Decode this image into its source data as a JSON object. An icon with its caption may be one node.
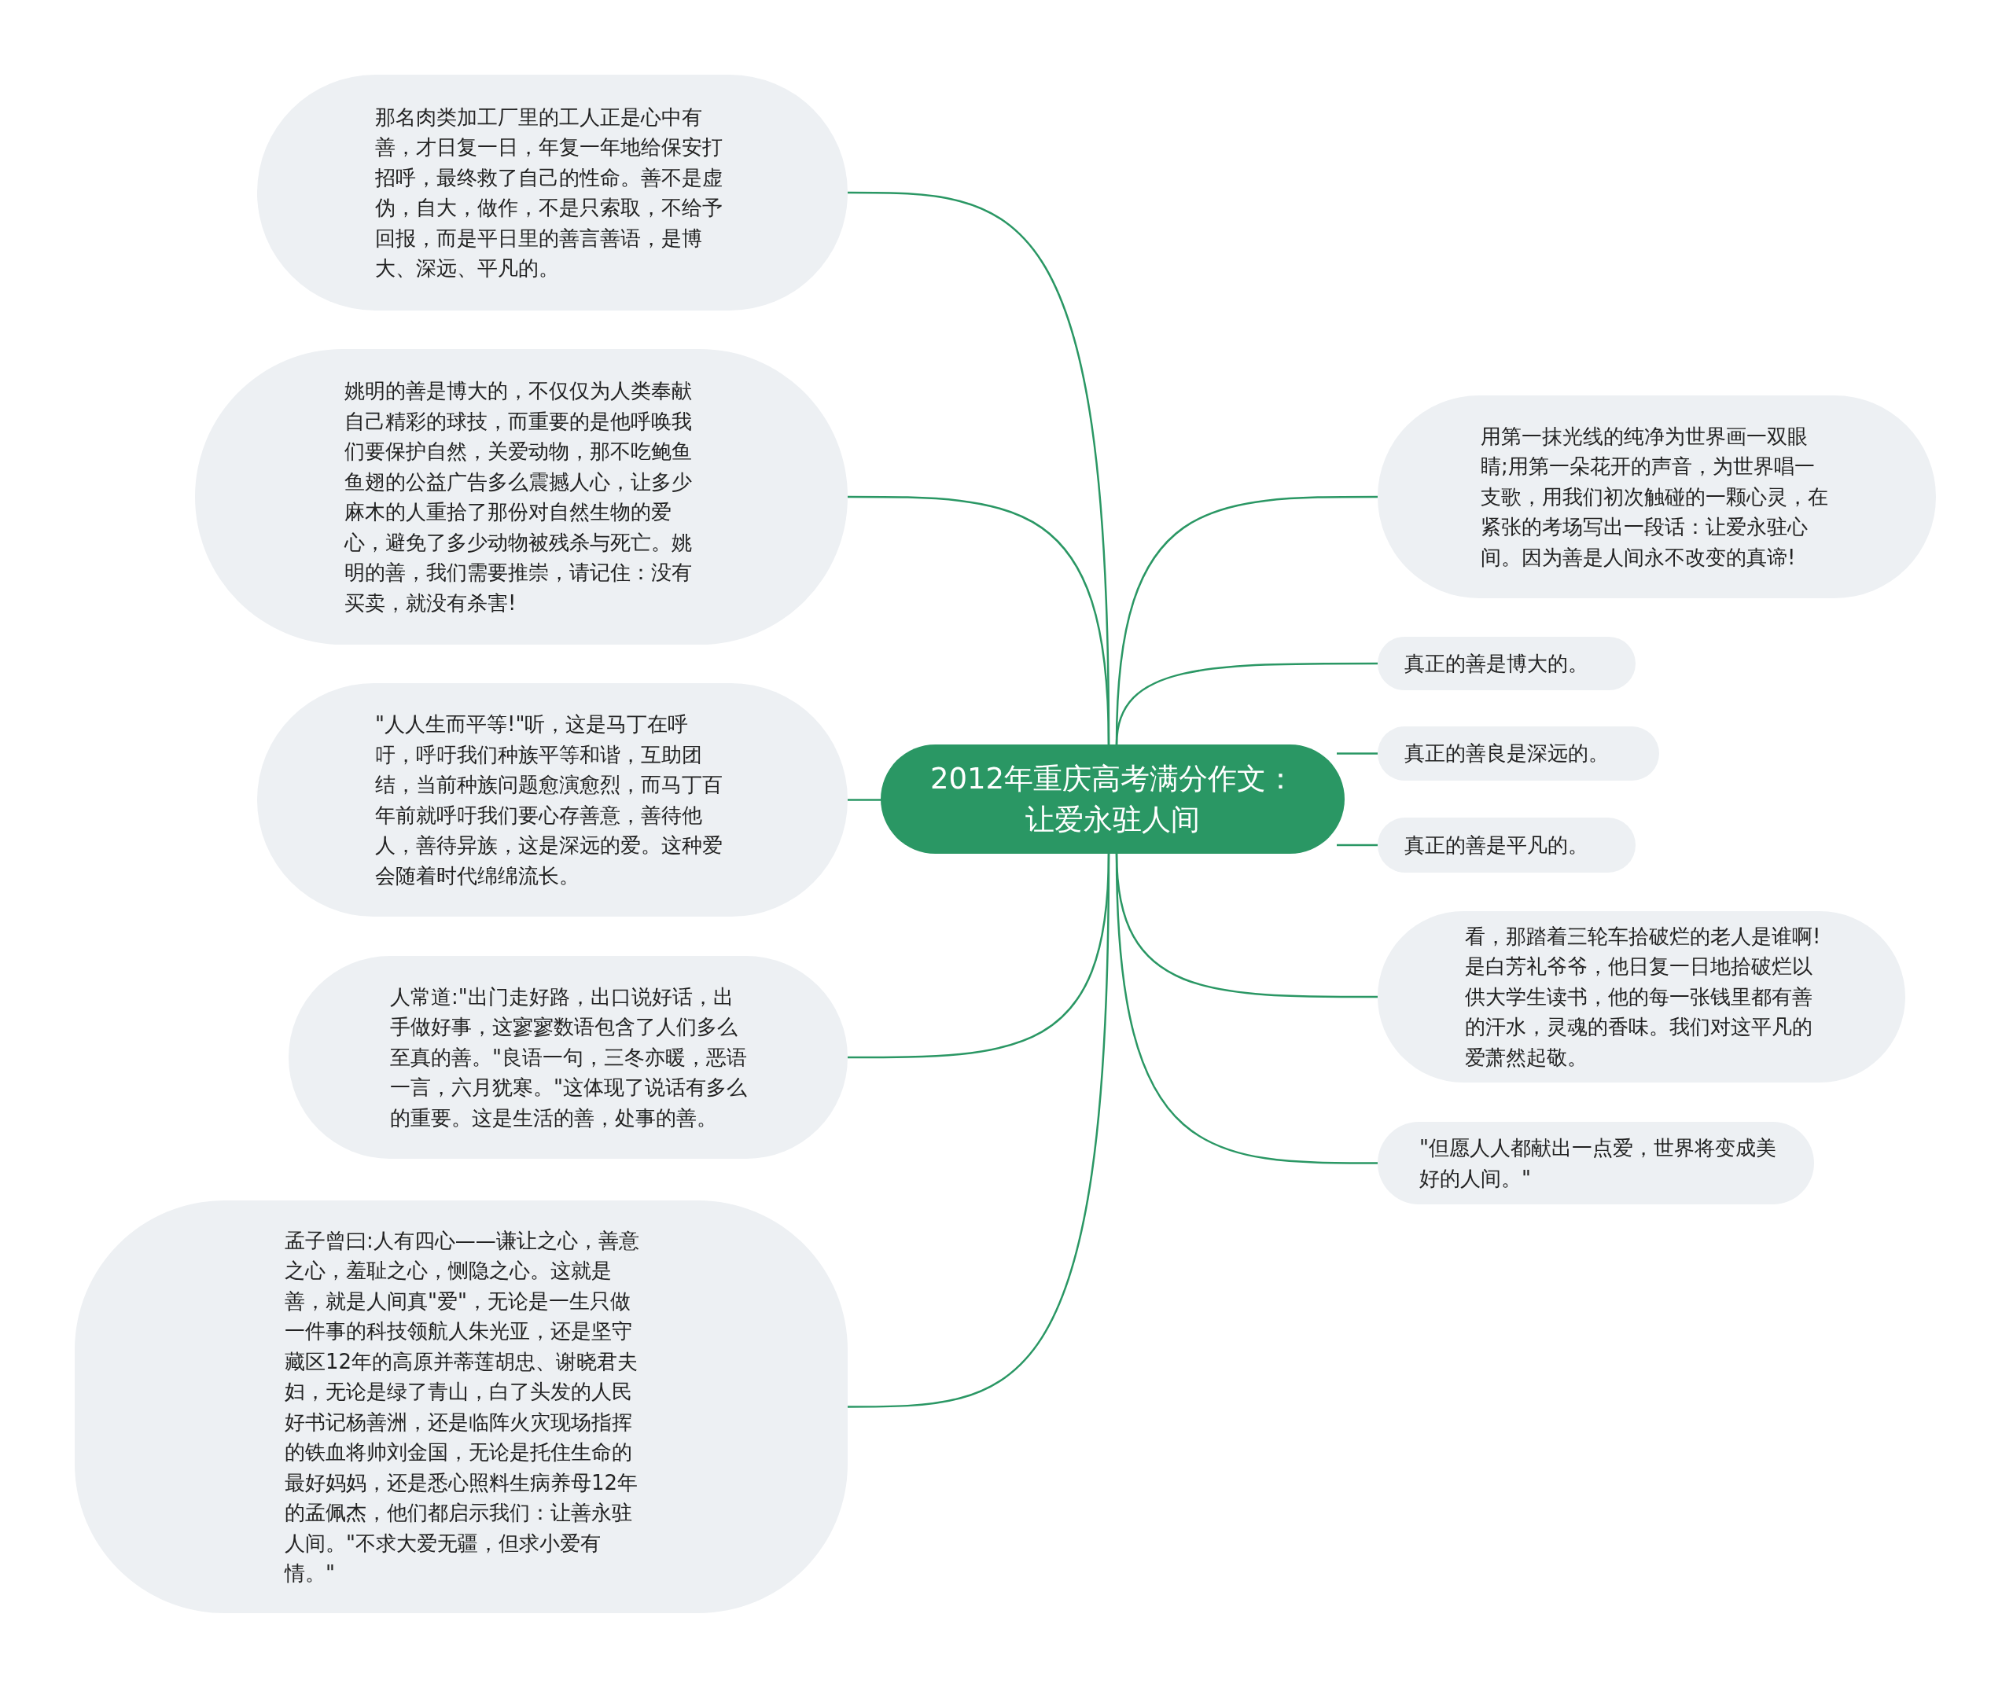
{
  "diagram": {
    "nodes": [
      {
        "text": [
          "2012年重庆高考满分作文：让爱永驻人间"
        ]
      },
      {
        "text": [
          "那名肉类加工厂里的工人正是心中有善，才日复一日，年复一年地给保安打招呼，最终救了自己的性命。善不是虚伪，自大，做作，不是只索取，不给予回报，而是平日里的善言善语，是博大、深远、平凡的。"
        ]
      },
      {
        "text": [
          "姚明的善是博大的，不仅仅为人类奉献自己精彩的球技，而重要的是他呼唤我们要保护自然，关爱动物，那不吃鲍鱼鱼翅的公益广告多么震撼人心，让多少麻木的人重拾了那份对自然生物的爱心，避免了多少动物被残杀与死亡。姚明的善，我们需要推崇，请记住：没有买卖，就没有杀害!"
        ]
      },
      {
        "text": [
          "\"人人生而平等!\"听，这是马丁在呼吁，呼吁我们种族平等和谐，互助团结，当前种族问题愈演愈烈，而马丁百年前就呼吁我们要心存善意，善待他人，善待异族，这是深远的爱。这种爱会随着时代绵绵流长。"
        ]
      },
      {
        "text": [
          "人常道:\"出门走好路，出口说好话，出手做好事，这寥寥数语包含了人们多么至真的善。\"良语一句，三冬亦暖，恶语一言，六月犹寒。\"这体现了说话有多么的重要。这是生活的善，处事的善。"
        ]
      },
      {
        "text": [
          "孟子曾曰:人有四心——谦让之心，善意之心，羞耻之心，恻隐之心。这就是善，就是人间真\"爱\"，无论是一生只做一件事的科技领航人朱光亚，还是坚守藏区12年的高原并蒂莲胡忠、谢晓君夫妇，无论是绿了青山，白了头发的人民好书记杨善洲，还是临阵火灾现场指挥的铁血将帅刘金国，无论是托住生命的最好妈妈，还是悉心照料生病养母12年的孟佩杰，他们都启示我们：让善永驻人间。\"不求大爱无疆，但求小爱有情。\""
        ]
      },
      {
        "text": [
          "用第一抹光线的纯净为世界画一双眼睛;用第一朵花开的声音，为世界唱一支歌，用我们初次触碰的一颗心灵，在紧张的考场写出一段话：让爱永驻心间。因为善是人间永不改变的真谛!"
        ]
      },
      {
        "text": [
          "真正的善是博大的。"
        ]
      },
      {
        "text": [
          "真正的善良是深远的。"
        ]
      },
      {
        "text": [
          "真正的善是平凡的。"
        ]
      },
      {
        "text": [
          "看，那踏着三轮车拾破烂的老人是谁啊!是白芳礼爷爷，他日复一日地拾破烂以供大学生读书，他的每一张钱里都有善的汗水，灵魂的香味。我们对这平凡的爱萧然起敬。"
        ]
      },
      {
        "text": [
          "\"但愿人人都献出一点爱，世界将变成美好的人间。\""
        ]
      }
    ],
    "edges": [
      {
        "from": 0,
        "to": 1,
        "arrow": "none"
      },
      {
        "from": 0,
        "to": 2,
        "arrow": "none"
      },
      {
        "from": 0,
        "to": 3,
        "arrow": "none"
      },
      {
        "from": 0,
        "to": 4,
        "arrow": "none"
      },
      {
        "from": 0,
        "to": 5,
        "arrow": "none"
      },
      {
        "from": 0,
        "to": 6,
        "arrow": "none"
      },
      {
        "from": 0,
        "to": 7,
        "arrow": "none"
      },
      {
        "from": 0,
        "to": 8,
        "arrow": "none"
      },
      {
        "from": 0,
        "to": 9,
        "arrow": "none"
      },
      {
        "from": 0,
        "to": 10,
        "arrow": "none"
      },
      {
        "from": 0,
        "to": 11,
        "arrow": "none"
      }
    ]
  }
}
